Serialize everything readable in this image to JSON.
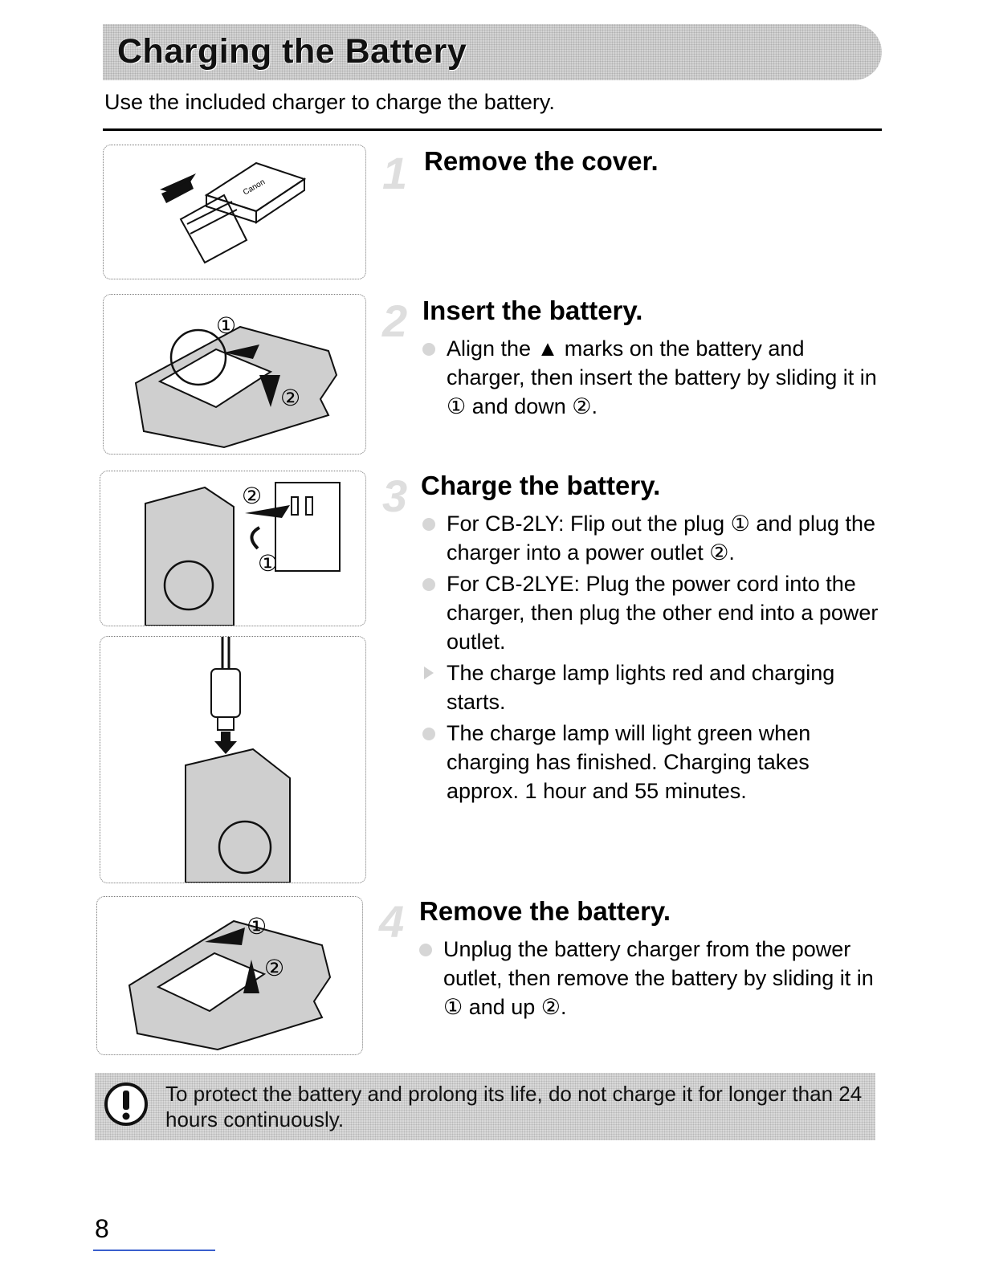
{
  "page": {
    "title": "Charging the Battery",
    "intro": "Use the included charger to charge the battery.",
    "page_number": "8"
  },
  "steps": [
    {
      "number": "1",
      "heading": "Remove the cover.",
      "items": []
    },
    {
      "number": "2",
      "heading": "Insert the battery.",
      "items": [
        {
          "text": "Align the ▲ marks on the battery and charger, then insert the battery by sliding it in ① and down ②."
        }
      ]
    },
    {
      "number": "3",
      "heading": "Charge the battery.",
      "items": [
        {
          "text": "For CB-2LY: Flip out the plug ① and plug the charger into a power outlet ②."
        },
        {
          "text": "For CB-2LYE: Plug the power cord into the charger, then plug the other end into a power outlet."
        },
        {
          "text": "The charge lamp lights red and charging starts."
        },
        {
          "text": "The charge lamp will light green when charging has finished. Charging takes approx. 1 hour and 55 minutes."
        }
      ]
    },
    {
      "number": "4",
      "heading": "Remove the battery.",
      "items": [
        {
          "text": "Unplug the battery charger from the power outlet, then remove the battery by sliding it in ① and up ②."
        }
      ]
    }
  ],
  "figures": {
    "circled_1": "①",
    "circled_2": "②",
    "brand": "Canon"
  },
  "caution": {
    "text": "To protect the battery and prolong its life, do not charge it for longer than 24 hours continuously.",
    "icon": "caution-icon"
  }
}
